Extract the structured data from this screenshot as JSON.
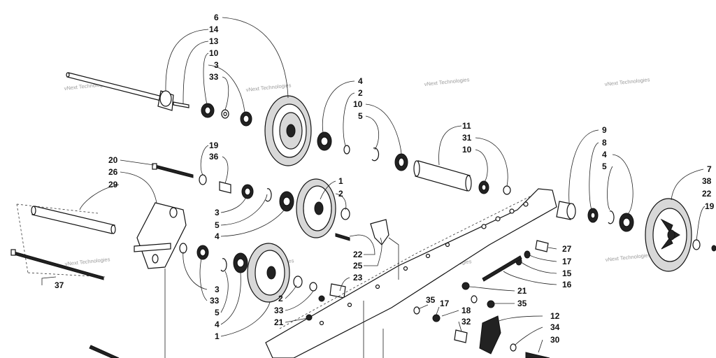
{
  "watermark": "vNext Technologies",
  "callouts": {
    "c6": "6",
    "c14": "14",
    "c13": "13",
    "c10a": "10",
    "c3a": "3",
    "c33a": "33",
    "c4a": "4",
    "c2a": "2",
    "c10b": "10",
    "c5a": "5",
    "c11": "11",
    "c31": "31",
    "c10c": "10",
    "c9": "9",
    "c8": "8",
    "c4b": "4",
    "c5b": "5",
    "c7": "7",
    "c38": "38",
    "c22a": "22",
    "c19a": "19",
    "c20": "20",
    "c26": "26",
    "c29": "29",
    "c19b": "19",
    "c36": "36",
    "c3b": "3",
    "c5c": "5",
    "c4c": "4",
    "c1a": "1",
    "c2b": "2",
    "c22b": "22",
    "c25": "25",
    "c23": "23",
    "c27": "27",
    "c17a": "17",
    "c15": "15",
    "c16": "16",
    "c21a": "21",
    "c35a": "35",
    "c37": "37",
    "c3c": "3",
    "c33b": "33",
    "c5d": "5",
    "c4d": "4",
    "c1b": "1",
    "c2c": "2",
    "c33c": "33",
    "c21b": "21",
    "c35b": "35",
    "c17b": "17",
    "c18": "18",
    "c32": "32",
    "c12": "12",
    "c34": "34",
    "c30": "30"
  }
}
